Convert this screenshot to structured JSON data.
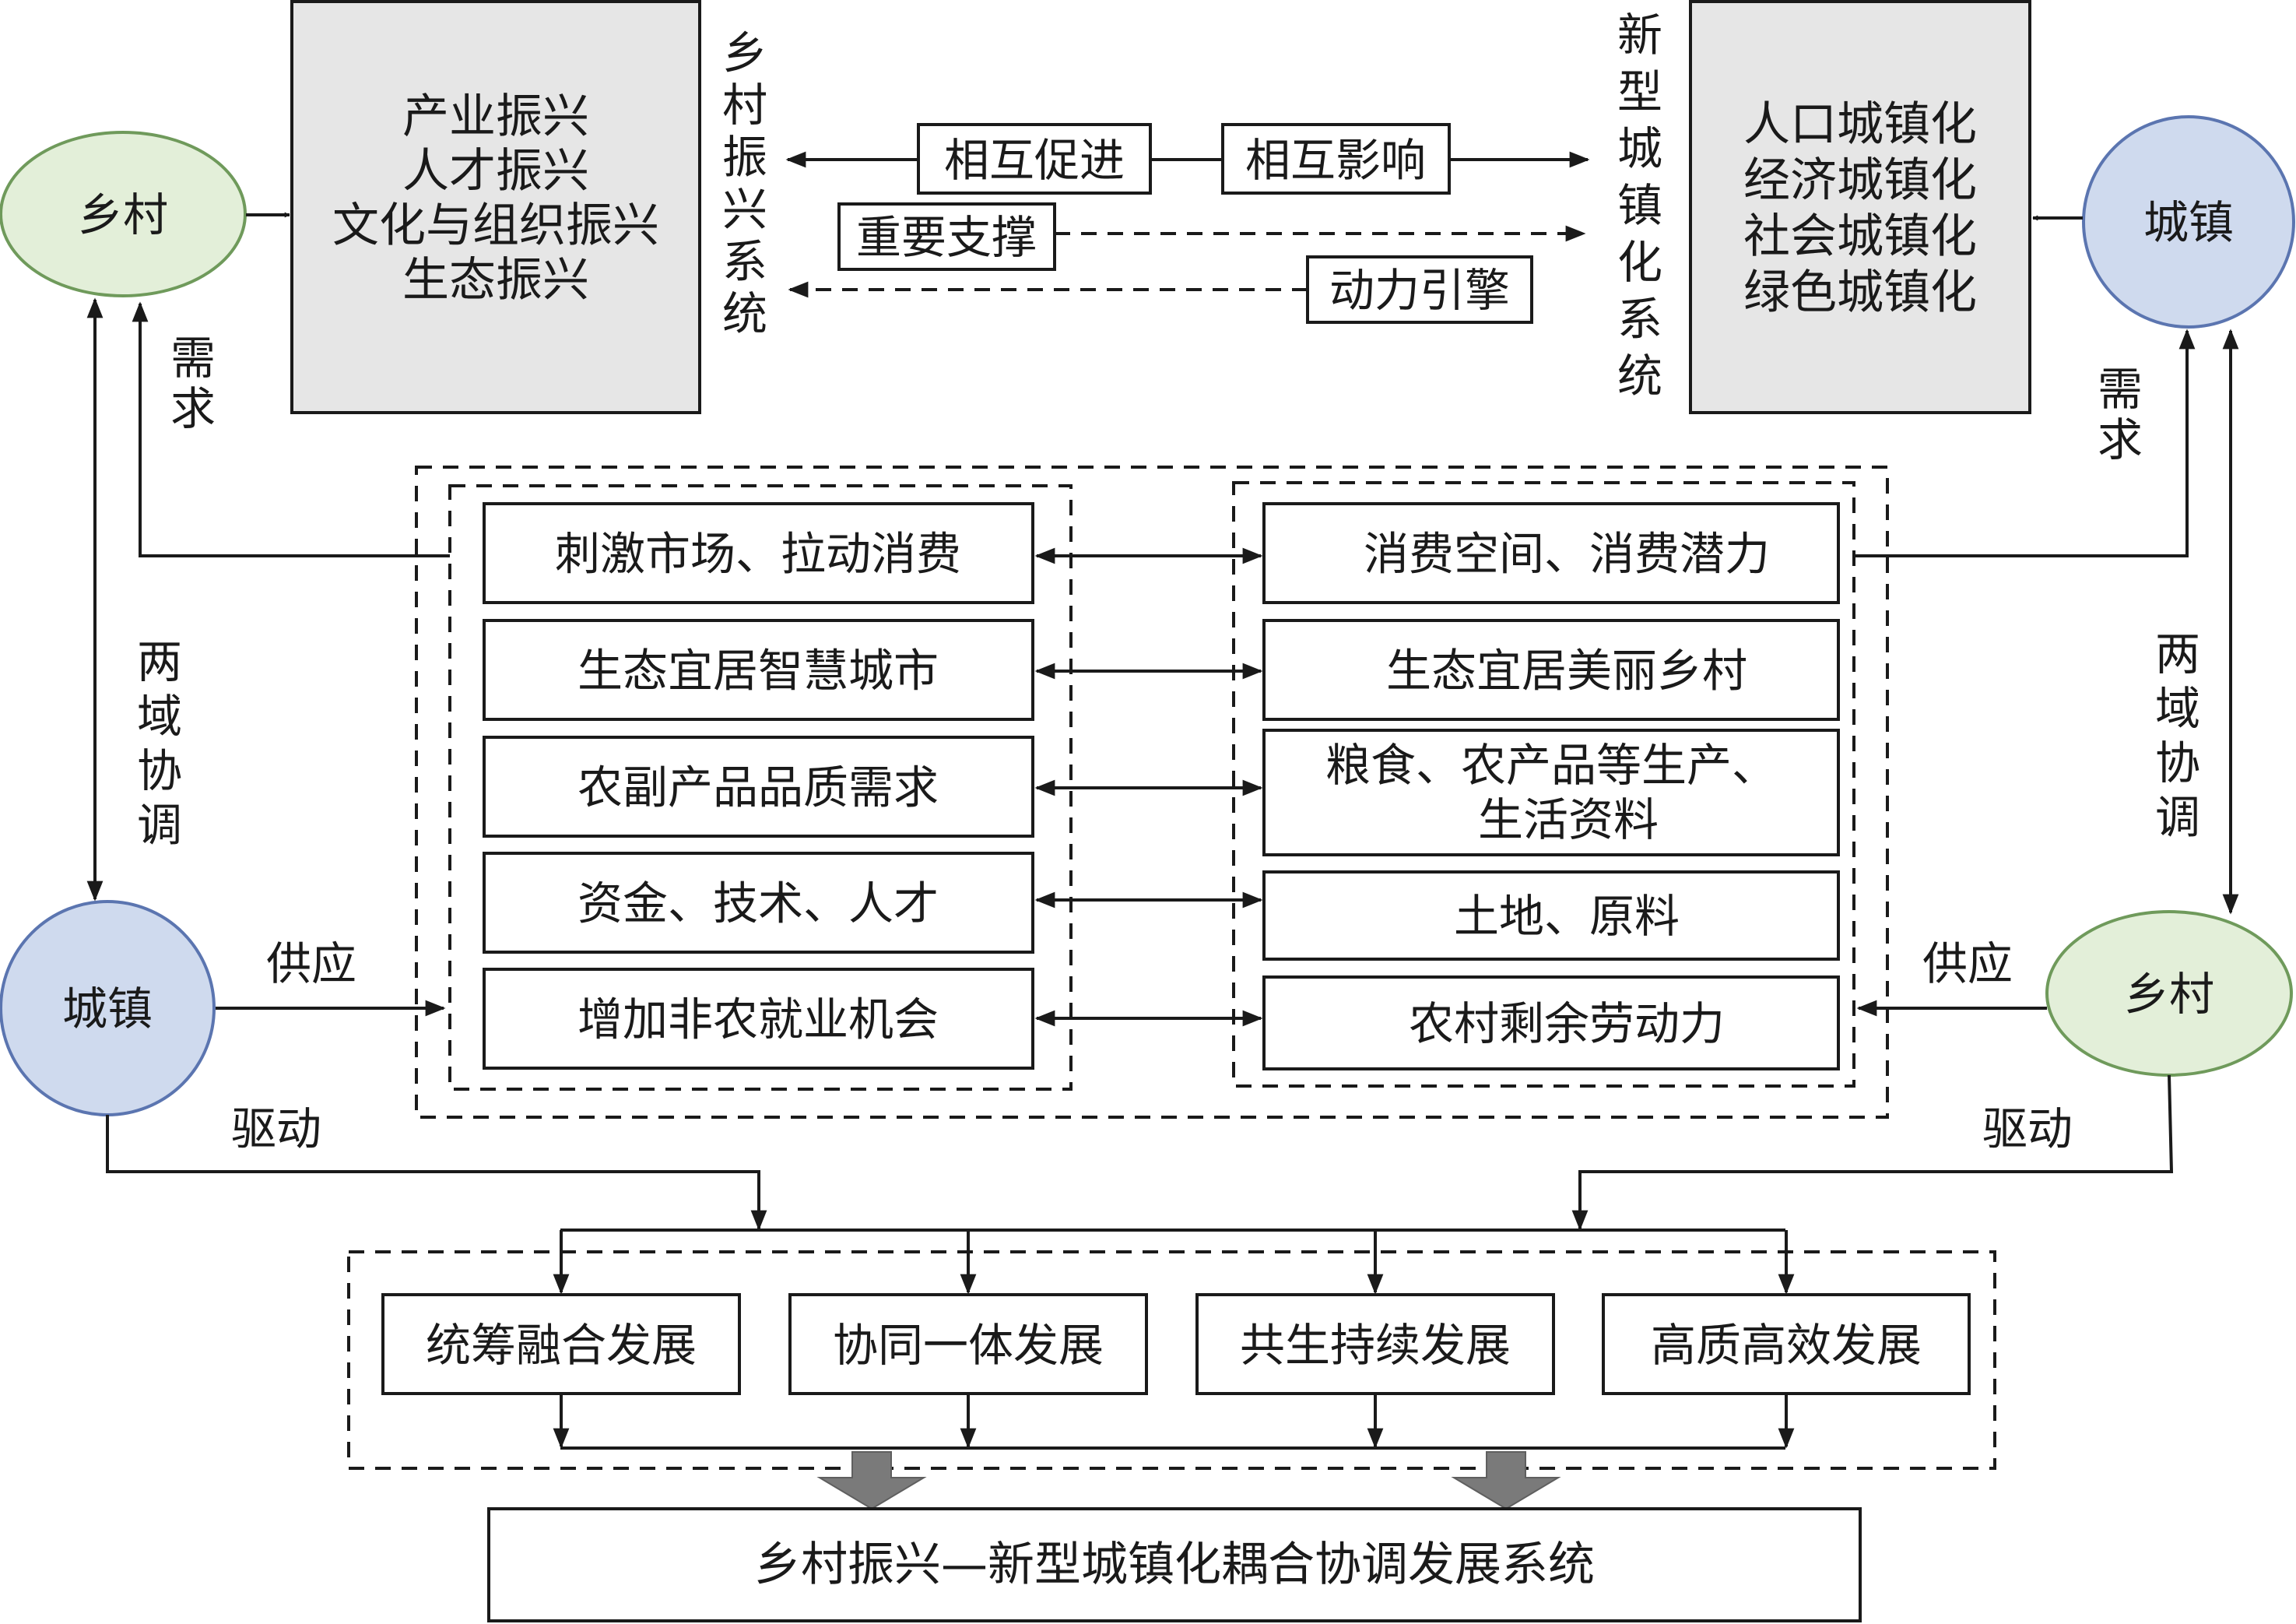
{
  "nodes": {
    "rural_left": "乡村",
    "urban_right": "城镇",
    "urban_left": "城镇",
    "rural_right": "乡村"
  },
  "rural_system": {
    "items": [
      "产业振兴",
      "人才振兴",
      "文化与组织振兴",
      "生态振兴"
    ],
    "label": "乡村振兴系统"
  },
  "urban_system": {
    "items": [
      "人口城镇化",
      "经济城镇化",
      "社会城镇化",
      "绿色城镇化"
    ],
    "label": "新型城镇化系统"
  },
  "relations": {
    "mutual_promote": "相互促进",
    "mutual_influence": "相互影响",
    "support": "重要支撑",
    "engine": "动力引擎"
  },
  "side_labels": {
    "demand_left": "需求",
    "demand_right": "需求",
    "coord_left": "两域协调",
    "coord_right": "两域协调",
    "supply_left": "供应",
    "supply_right": "供应",
    "drive_left": "驱动",
    "drive_right": "驱动"
  },
  "urban_supply": [
    "刺激市场、拉动消费",
    "生态宜居智慧城市",
    "农副产品品质需求",
    "资金、技术、人才",
    "增加非农就业机会"
  ],
  "rural_supply": [
    "消费空间、消费潜力",
    "生态宜居美丽乡村",
    "粮食、农产品等生产、生活资料",
    "土地、原料",
    "农村剩余劳动力"
  ],
  "outcomes": [
    "统筹融合发展",
    "协同一体发展",
    "共生持续发展",
    "高质高效发展"
  ],
  "final": "乡村振兴—新型城镇化耦合协调发展系统",
  "colors": {
    "rural_fill": "#e3efd9",
    "rural_stroke": "#6f9a5b",
    "urban_fill": "#cfdaee",
    "urban_stroke": "#5b75b0",
    "system_fill": "#e6e6e6",
    "big_arrow": "#7a7a7a"
  }
}
